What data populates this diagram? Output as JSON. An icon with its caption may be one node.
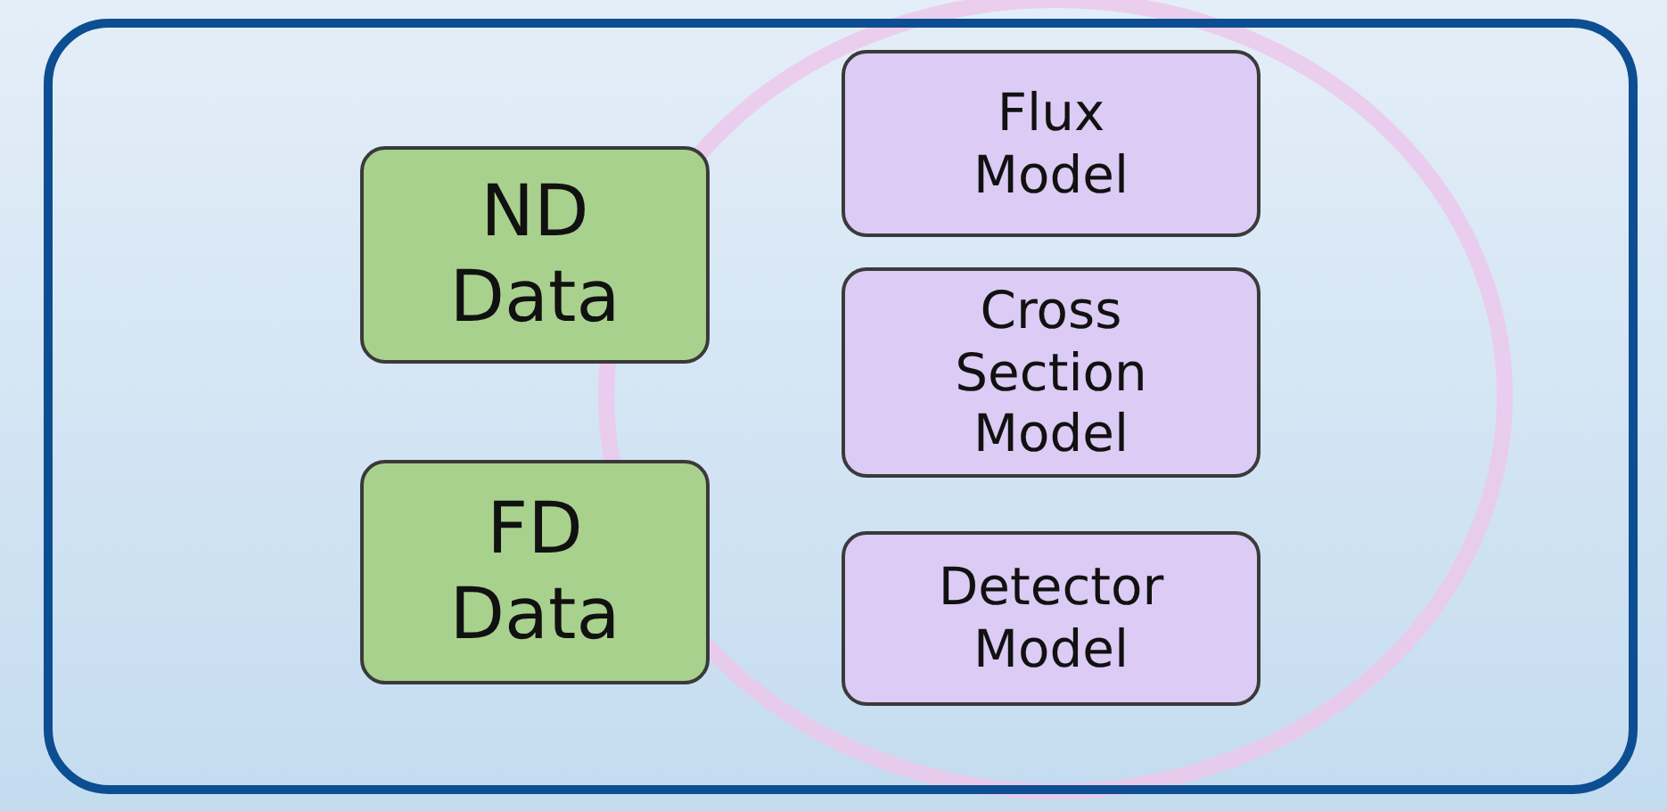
{
  "diagram": {
    "nodes": [
      {
        "text": [
          "ND Data"
        ]
      },
      {
        "text": [
          "FD Data"
        ]
      },
      {
        "text": [
          "Flux Model"
        ]
      },
      {
        "text": [
          "Cross Section Model"
        ]
      },
      {
        "text": [
          "Detector Model"
        ]
      }
    ]
  }
}
